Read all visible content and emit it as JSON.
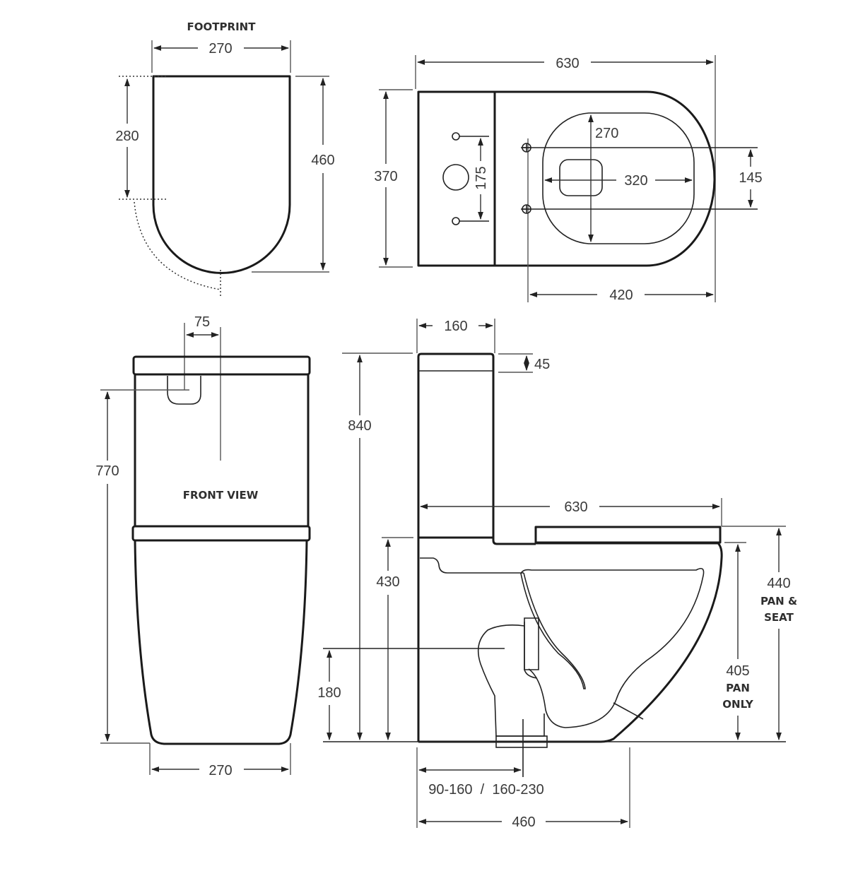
{
  "footprint": {
    "title": "FOOTPRINT",
    "width": "270",
    "depth_straight": "280",
    "depth_total": "460"
  },
  "top_view": {
    "overall_length": "630",
    "width": "370",
    "tap_hole_spacing": "175",
    "seat_opening_depth": "270",
    "seat_opening_width": "320",
    "seat_fixing_spacing": "145",
    "fixing_to_front": "420"
  },
  "front_view": {
    "title": "FRONT VIEW",
    "button_offset": "75",
    "button_height": "770",
    "base_width": "270"
  },
  "side_view": {
    "cistern_depth": "160",
    "lid_thickness": "45",
    "overall_height": "840",
    "pan_length": "630",
    "rim_height": "430",
    "waste_height": "180",
    "pan_and_seat_height": "440",
    "pan_and_seat_label_1": "PAN &",
    "pan_and_seat_label_2": "SEAT",
    "pan_only_height": "405",
    "pan_only_label_1": "PAN",
    "pan_only_label_2": "ONLY",
    "set_out_range": "90-160  /  160-230",
    "base_length": "460"
  },
  "colors": {
    "line": "#1a1a1a",
    "text": "#3a3a3a",
    "background": "#ffffff"
  }
}
